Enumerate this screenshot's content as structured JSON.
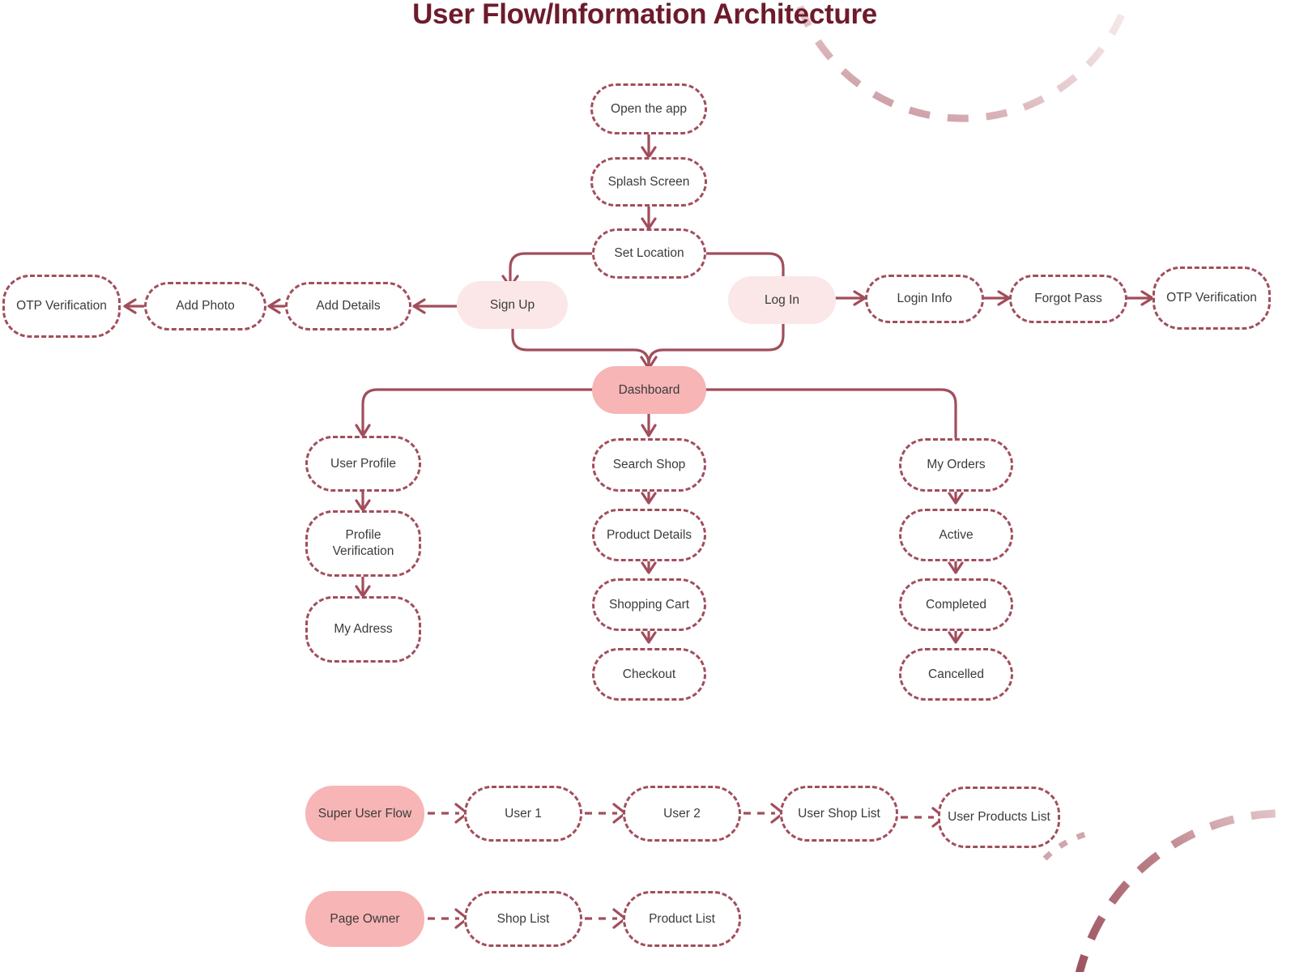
{
  "title": "User Flow/Information Architecture",
  "colors": {
    "title": "#6D1B2B",
    "node_border": "#A14E5C",
    "edge": "#A14E5C",
    "node_text": "#3B3B3B",
    "fill_light": "#FBE7E7",
    "fill_strong": "#F7B5B5",
    "background": "#FFFFFF"
  },
  "nodes": {
    "open_the_app": "Open the app",
    "splash_screen": "Splash Screen",
    "set_location": "Set Location",
    "sign_up": "Sign Up",
    "log_in": "Log In",
    "add_details": "Add Details",
    "add_photo": "Add Photo",
    "otp_verification_left": "OTP Verification",
    "login_info": "Login Info",
    "forgot_pass": "Forgot Pass",
    "otp_verification_right": "OTP Verification",
    "dashboard": "Dashboard",
    "user_profile": "User Profile",
    "profile_verification": "Profile Verification",
    "my_adress": "My Adress",
    "search_shop": "Search Shop",
    "product_details": "Product Details",
    "shopping_cart": "Shopping Cart",
    "checkout": "Checkout",
    "my_orders": "My Orders",
    "active": "Active",
    "completed": "Completed",
    "cancelled": "Cancelled",
    "super_user_flow": "Super User Flow",
    "user_1": "User 1",
    "user_2": "User 2",
    "user_shop_list": "User Shop List",
    "user_products_list": "User Products List",
    "page_owner": "Page Owner",
    "shop_list": "Shop List",
    "product_list": "Product List"
  },
  "decorations": {
    "arc_top_right": "dashed-arc-decoration",
    "arc_bottom_right": "dashed-arc-decoration"
  }
}
